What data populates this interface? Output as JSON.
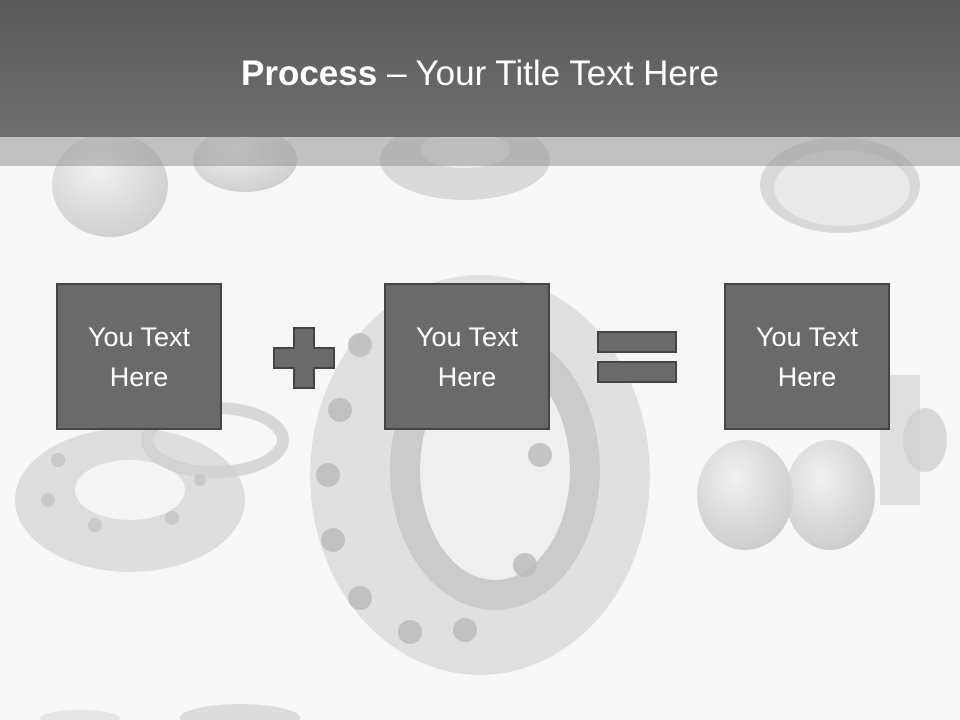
{
  "slide": {
    "title_bold": "Process",
    "title_rest": " – Your Title Text Here"
  },
  "boxes": [
    {
      "label": "You Text Here"
    },
    {
      "label": "You Text Here"
    },
    {
      "label": "You Text Here"
    }
  ],
  "operators": [
    "plus",
    "equals"
  ],
  "colors": {
    "header": "#5f5f5f",
    "box_fill": "#6a6a6a",
    "box_border": "#454545",
    "text": "#ffffff"
  }
}
